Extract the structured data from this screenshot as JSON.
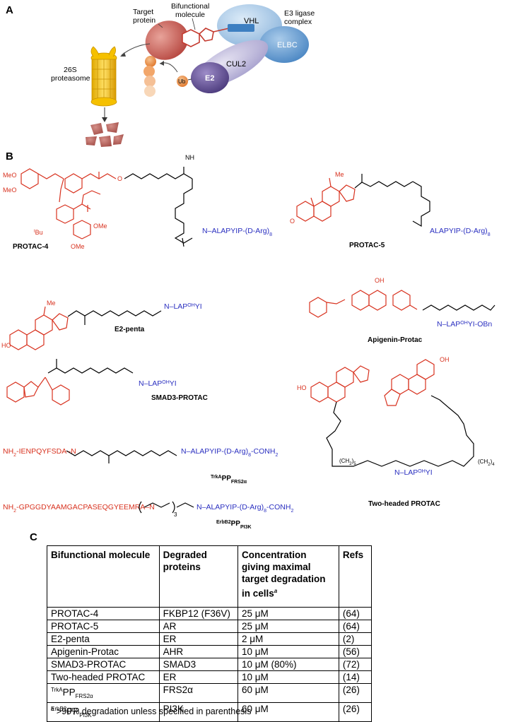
{
  "panels": {
    "a": "A",
    "b": "B",
    "c": "C"
  },
  "panel_a": {
    "target_protein": [
      "Target",
      "protein"
    ],
    "bifunctional_molecule": [
      "Bifunctional",
      "molecule"
    ],
    "vhl": "VHL",
    "e3_ligase_complex": [
      "E3 ligase",
      "complex"
    ],
    "elbc": "ELBC",
    "cul2": "CUL2",
    "e2": "E2",
    "ub": "Ub",
    "proteasome": [
      "26S",
      "proteasome"
    ]
  },
  "panel_b": {
    "protac4": {
      "name": "PROTAC-4",
      "peptide": "ALAPYIP-(D-Arg)",
      "sub": "8",
      "ome1": "MeO",
      "ome2": "MeO",
      "ome3": "OMe",
      "ome4": "OMe",
      "tbu": "Bu",
      "tbu_sup": "t"
    },
    "protac5": {
      "name": "PROTAC-5",
      "peptide": "ALAPYIP-(D-Arg)",
      "sub": "8",
      "me": "Me"
    },
    "e2penta": {
      "name": "E2-penta",
      "peptide_a": "LAP",
      "sup": "OH",
      "peptide_b": "YI",
      "ho": "HO",
      "me": "Me"
    },
    "apigenin": {
      "name": "Apigenin-Protac",
      "peptide_a": "LAP",
      "sup": "OH",
      "peptide_b": "YI-OBn",
      "oh": "OH"
    },
    "smad3": {
      "name": "SMAD3-PROTAC",
      "peptide_a": "LAP",
      "sup": "OH",
      "peptide_b": "YI"
    },
    "two_headed": {
      "name": "Two-headed PROTAC",
      "peptide_a": "LAP",
      "sup": "OH",
      "peptide_b": "YI",
      "oh": "OH",
      "ho": "HO",
      "ch2_5": "(CH",
      "sub5": "5",
      "ch2_4": "(CH",
      "sub4": "4"
    },
    "trka": {
      "left": "NH",
      "left_sub": "2",
      "left_seq": "-IENPQYFSDA",
      "peptide": "ALAPYIP-(D-Arg)",
      "sub": "8",
      "tail": "-CONH",
      "tail_sub": "2",
      "label_sup": "TrkA",
      "label": "PP",
      "label_sub": "FRS2α"
    },
    "erbb2": {
      "left": "NH",
      "left_sub": "2",
      "left_seq": "-GPGGDYAAMGACPASEQGYEEMRA",
      "peptide": "ALAPYIP-(D-Arg)",
      "sub": "8",
      "tail": "-CONH",
      "tail_sub": "2",
      "label_sup": "ErbB2",
      "label": "PP",
      "label_sub": "PI3K",
      "repeat": "3"
    }
  },
  "table": {
    "headers": [
      "Bifunctional molecule",
      "Degraded proteins",
      "Concentration giving maximal target degradation in cells",
      "Refs"
    ],
    "header_sup": "a",
    "rows": [
      [
        "PROTAC-4",
        "FKBP12 (F36V)",
        "25 μM",
        "(64)"
      ],
      [
        "PROTAC-5",
        "AR",
        "25 μM",
        "(64)"
      ],
      [
        "E2-penta",
        "ER",
        "2 μM",
        "(2)"
      ],
      [
        "Apigenin-Protac",
        "AHR",
        "10 μM",
        "(56)"
      ],
      [
        "SMAD3-PROTAC",
        "SMAD3",
        "10 μM (80%)",
        "(72)"
      ],
      [
        "Two-headed PROTAC",
        "ER",
        "10 μM",
        "(14)"
      ],
      [
        "PP",
        "FRS2α",
        "60 μM",
        "(26)"
      ],
      [
        "PP",
        "PI3K",
        "60 μM",
        "(26)"
      ]
    ],
    "row7_sup": "TrkA",
    "row7_sub": "FRS2α",
    "row8_sup": "ErbB2",
    "row8_sub": "PI3K",
    "footnote_sup": "a",
    "footnote": " >90% degradation unless specified in parenthesis"
  }
}
